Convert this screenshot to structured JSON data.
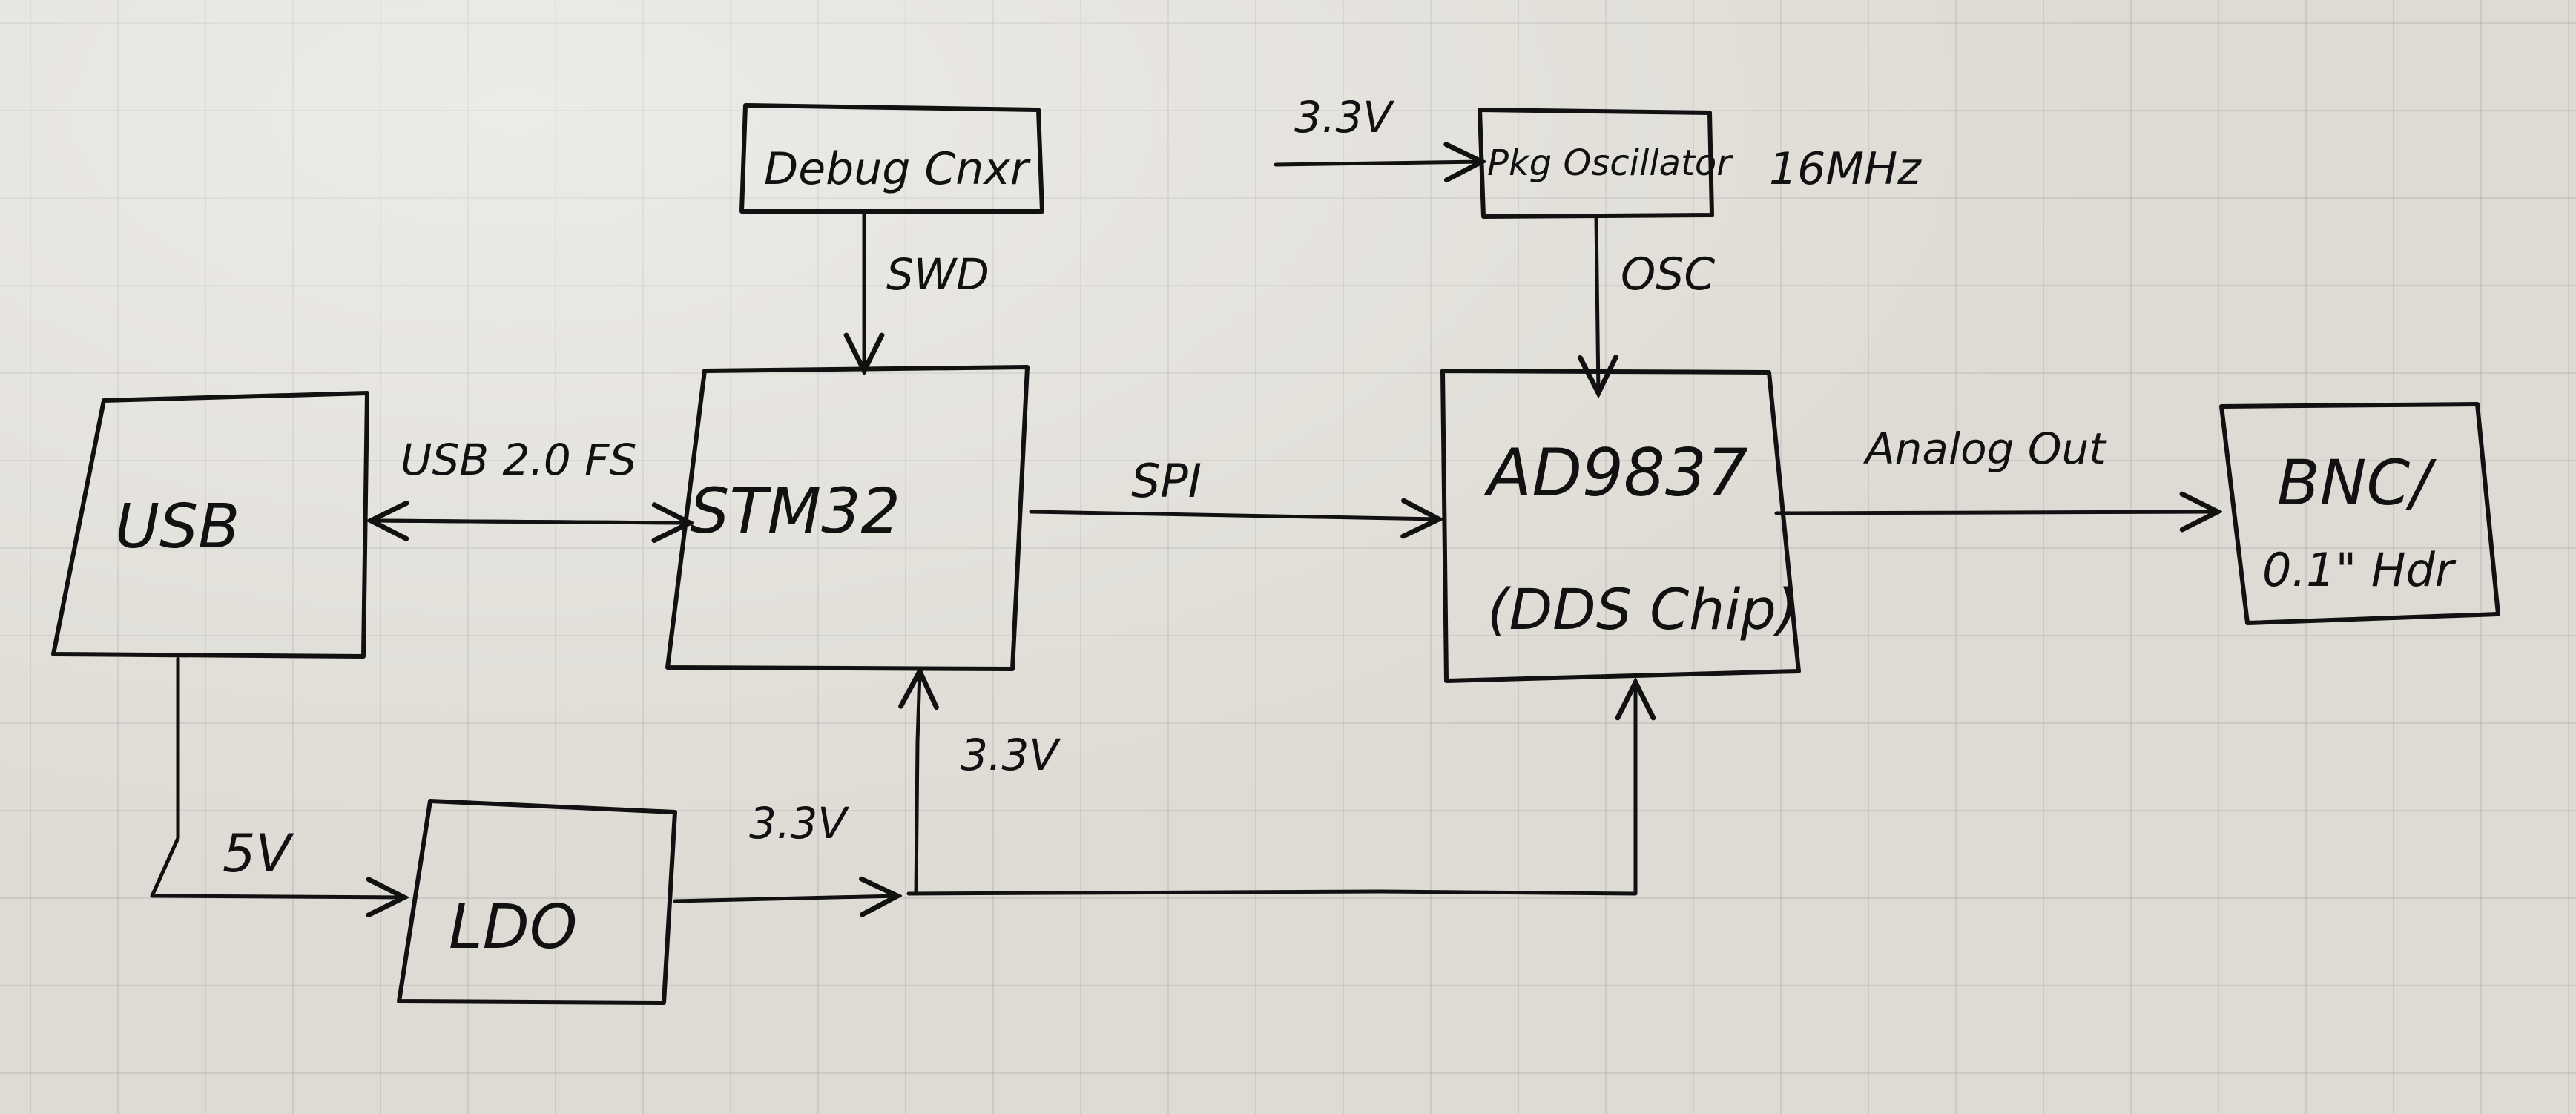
{
  "blocks": {
    "usb": "USB",
    "stm32": "STM32",
    "debug": "Debug Cnxr",
    "osc": "Pkg Oscillator",
    "dds_line1": "AD9837",
    "dds_line2": "(DDS Chip)",
    "bnc_line1": "BNC/",
    "bnc_line2": "0.1\" Hdr",
    "ldo": "LDO"
  },
  "labels": {
    "usb_link": "USB 2.0 FS",
    "swd": "SWD",
    "spi": "SPI",
    "osc": "OSC",
    "analog_out": "Analog Out",
    "osc_supply": "3.3V",
    "freq": "16MHz",
    "five_v": "5V",
    "ldo_out": "3.3V",
    "stm_supply": "3.3V"
  }
}
